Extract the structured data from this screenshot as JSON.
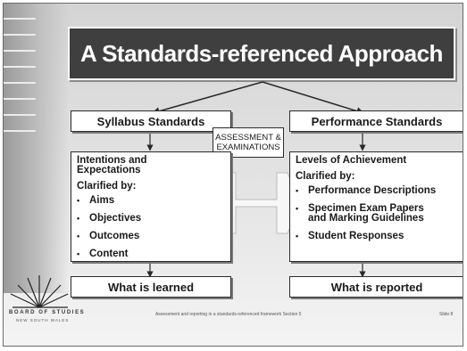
{
  "title": "A Standards-referenced Approach",
  "assessment_label": [
    "ASSESSMENT &",
    "EXAMINATIONS"
  ],
  "left": {
    "header": "Syllabus Standards",
    "heading": [
      "Intentions and",
      "Expectations"
    ],
    "clarified": "Clarified by:",
    "items": [
      "Aims",
      "Objectives",
      "Outcomes",
      "Content"
    ],
    "footer": "What is learned"
  },
  "right": {
    "header": "Performance Standards",
    "heading": [
      "Levels of Achievement"
    ],
    "clarified": "Clarified by:",
    "items": [
      "Performance Descriptions",
      "Specimen Exam Papers and Marking Guidelines",
      "Student Responses"
    ],
    "footer": "What is reported"
  },
  "footer": {
    "logo_text": "BOARD OF STUDIES",
    "logo_sub": "NEW SOUTH WALES",
    "caption": "Assessment and reporting in a standards-referenced framework Section 5",
    "slide_label": "Slide 8"
  },
  "colors": {
    "title_bg": "#3f3f3f",
    "box_border": "#2a2a2a",
    "slide_bg": "#e0e0e0"
  }
}
